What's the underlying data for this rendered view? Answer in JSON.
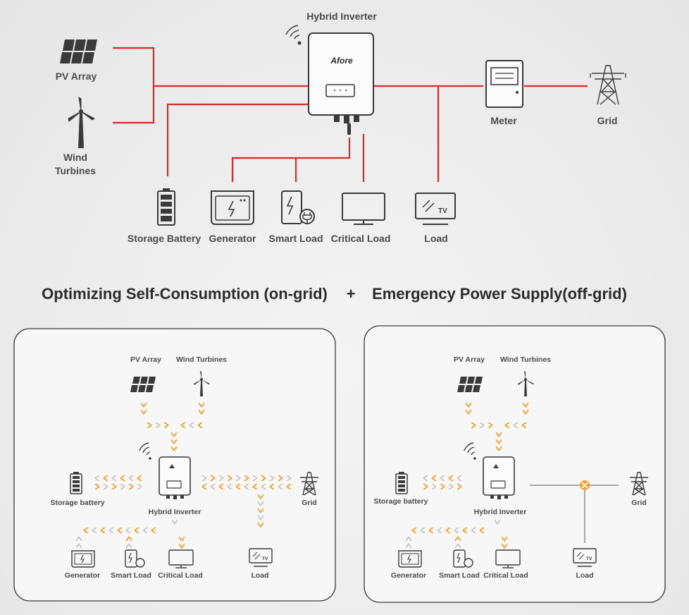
{
  "top": {
    "inverter_label": "Hybrid Inverter",
    "inverter_brand": "Afore",
    "pv_label": "PV Array",
    "wind_label_1": "Wind",
    "wind_label_2": "Turbines",
    "meter_label": "Meter",
    "grid_label": "Grid",
    "loads": [
      "Storage Battery",
      "Generator",
      "Smart Load",
      "Critical Load",
      "Load"
    ],
    "tv_text": "TV"
  },
  "headings": {
    "left": "Optimizing Self-Consumption (on-grid)",
    "plus": "+",
    "right": "Emergency Power Supply(off-grid)"
  },
  "on_grid": {
    "pv_label": "PV Array",
    "wind_label": "Wind Turbines",
    "battery_label": "Storage battery",
    "inverter_label": "Hybrid Inverter",
    "grid_label": "Grid",
    "generator_label": "Generator",
    "smart_label": "Smart Load",
    "critical_label": "Critical Load",
    "load_label": "Load"
  },
  "off_grid": {
    "pv_label": "PV Array",
    "wind_label": "Wind Turbines",
    "battery_label": "Storage battery",
    "inverter_label": "Hybrid Inverter",
    "grid_label": "Grid",
    "generator_label": "Generator",
    "smart_label": "Smart Load",
    "critical_label": "Critical Load",
    "load_label": "Load"
  },
  "colors": {
    "line_red": "#d62a2a",
    "arrow_orange": "#f0a030",
    "arrow_gray": "#c8c8c8",
    "disconnect": "#f0a030"
  }
}
